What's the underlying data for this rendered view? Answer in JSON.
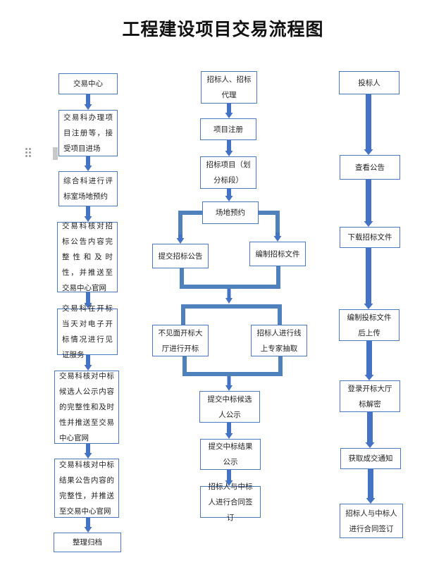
{
  "title": "工程建设项目交易流程图",
  "colors": {
    "box_border": "#4a78c2",
    "arrow": "#4472c4",
    "connector": "#4f81bd"
  },
  "columns": {
    "trading_center": {
      "steps": [
        "交易中心",
        "交易科办理项目注册等，接受项目进场",
        "综合科进行评标室场地预约",
        "交易科核对招标公告内容完整性和及时性，并推送至交易中心官网",
        "交易科在开标当天对电子开标情况进行见证服务",
        "交易科核对中标候选人公示内容的完整性和及时性并推送至交易中心官网",
        "交易科核对中标结果公告内容的完整性，并推送至交易中心官网",
        "整理归档"
      ]
    },
    "tenderer": {
      "steps": [
        "招标人、招标代理",
        "项目注册",
        "招标项目（划分标段）",
        "场地预约"
      ],
      "branch1": [
        "提交招标公告",
        "编制招标文件"
      ],
      "branch2": [
        "不见面开标大厅进行开标",
        "招标人进行线上专家抽取"
      ],
      "final_steps": [
        "提交中标候选人公示",
        "提交中标结果公示",
        "招标人与中标人进行合同签订"
      ]
    },
    "bidder": {
      "steps": [
        "投标人",
        "查看公告",
        "下载招标文件",
        "编制投标文件后上传",
        "登录开标大厅标解密",
        "获取成交通知",
        "招标人与中标人进行合同签订"
      ]
    }
  }
}
